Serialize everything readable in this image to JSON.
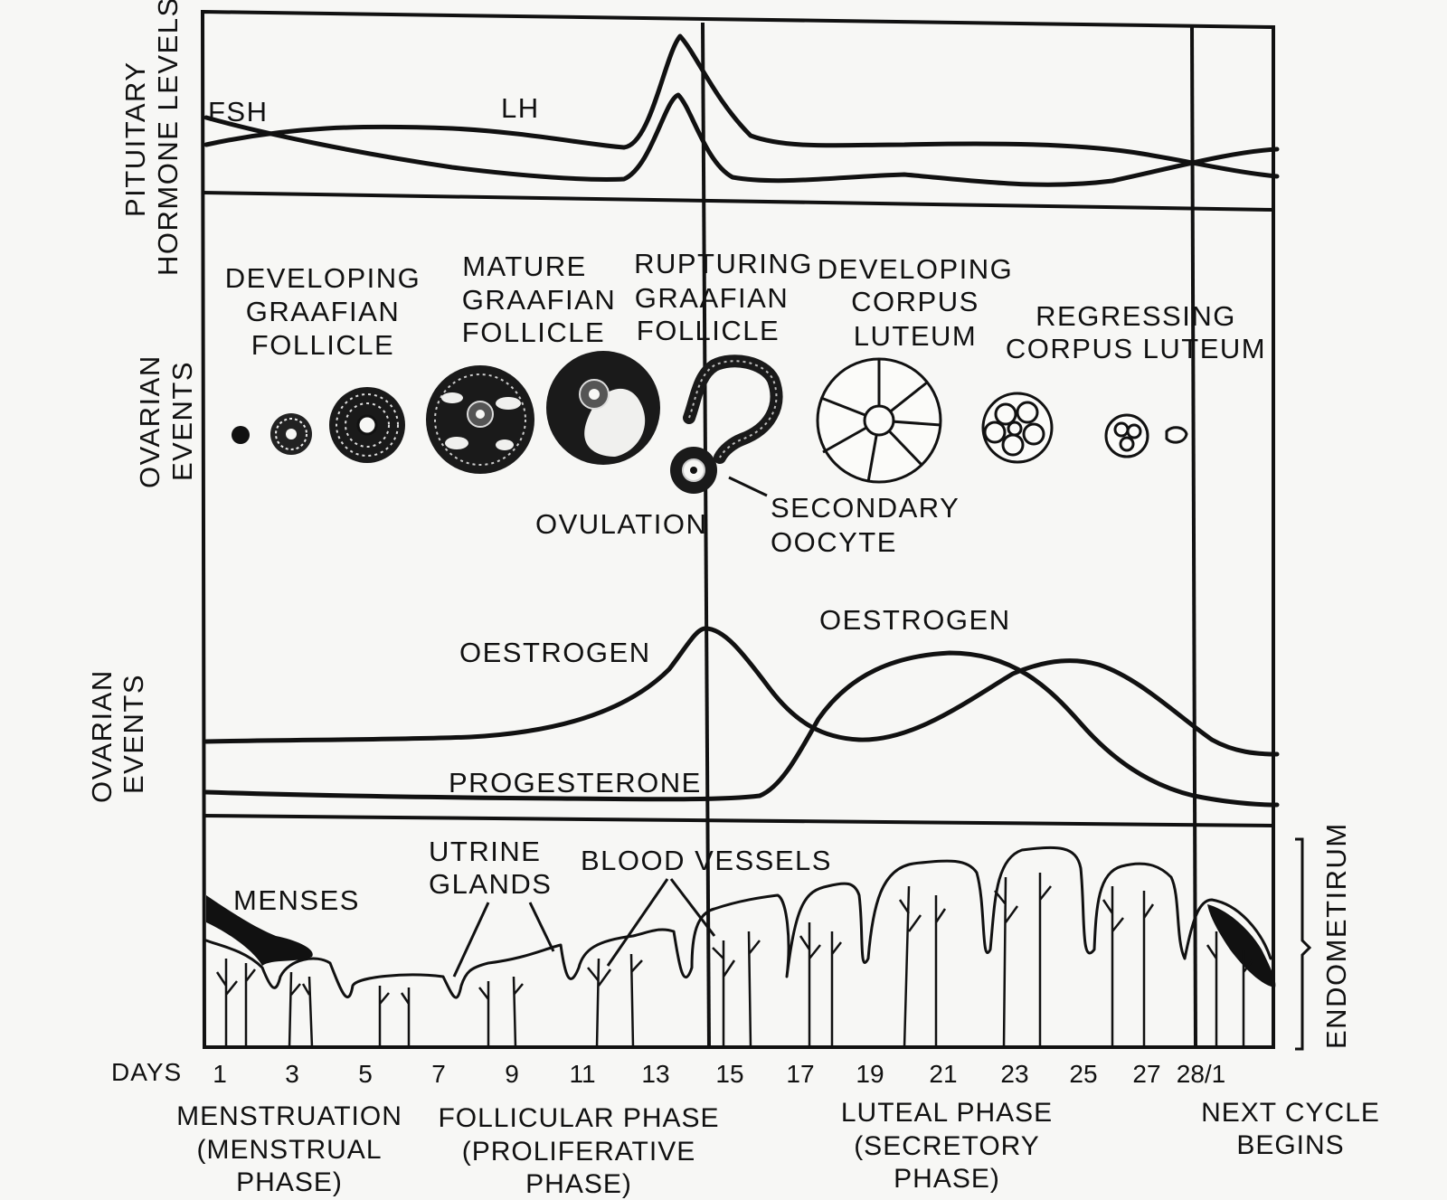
{
  "sections": {
    "pituitary": "PITUITARY HORMONE LEVELS",
    "ovarian_top": "OVARIAN EVENTS",
    "ovarian_bottom": "OVARIAN EVENTS",
    "endometrium": "ENDOMETIRUM"
  },
  "hormones": {
    "fsh": "FSH",
    "lh": "LH",
    "oestrogen_1": "OESTROGEN",
    "oestrogen_2": "OESTROGEN",
    "progesterone": "PROGESTERONE"
  },
  "follicle_stages": {
    "developing_graafian": [
      "DEVELOPING",
      "GRAAFIAN",
      "FOLLICLE"
    ],
    "mature_graafian": [
      "MATURE",
      "GRAAFIAN",
      "FOLLICLE"
    ],
    "rupturing_graafian": [
      "RUPTURING",
      "GRAAFIAN",
      "FOLLICLE"
    ],
    "developing_corpus": [
      "DEVELOPING",
      "CORPUS",
      "LUTEUM"
    ],
    "regressing_corpus": [
      "REGRESSING",
      "CORPUS LUTEUM"
    ]
  },
  "events": {
    "ovulation": "OVULATION",
    "secondary_oocyte": [
      "SECONDARY",
      "OOCYTE"
    ]
  },
  "uterine": {
    "menses": "MENSES",
    "glands": [
      "UTRINE",
      "GLANDS"
    ],
    "vessels": "BLOOD VESSELS"
  },
  "axis": {
    "label": "DAYS",
    "ticks": [
      "1",
      "3",
      "5",
      "7",
      "9",
      "11",
      "13",
      "15",
      "17",
      "19",
      "21",
      "23",
      "25",
      "27",
      "28/1"
    ]
  },
  "phases": {
    "menstruation": [
      "MENSTRUATION",
      "(MENSTRUAL",
      "PHASE)"
    ],
    "follicular": [
      "FOLLICULAR PHASE",
      "(PROLIFERATIVE",
      "PHASE)"
    ],
    "luteal": [
      "LUTEAL PHASE",
      "(SECRETORY",
      "PHASE)"
    ],
    "next": [
      "NEXT CYCLE",
      "BEGINS"
    ]
  }
}
